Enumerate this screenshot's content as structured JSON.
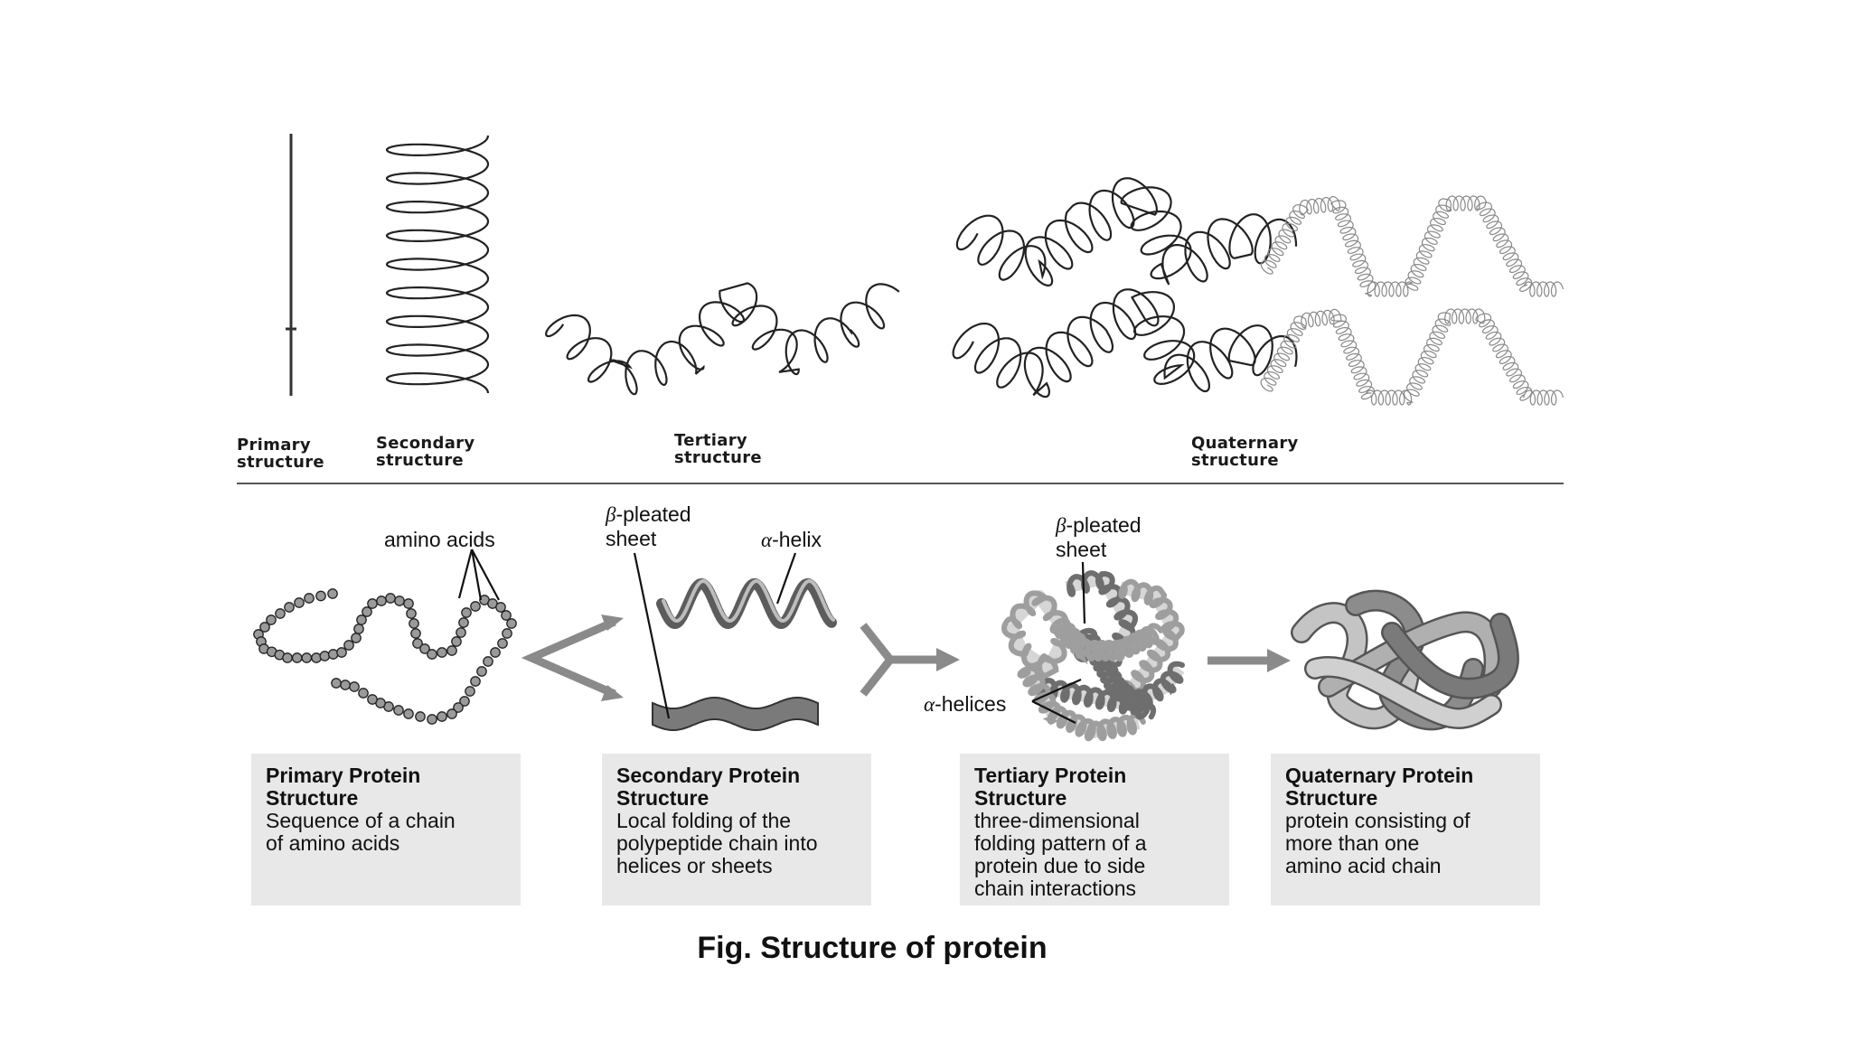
{
  "top_labels": {
    "primary": "Primary\nstructure",
    "secondary": "Secondary\nstructure",
    "tertiary": "Tertiary\nstructure",
    "quaternary": "Quaternary\nstructure"
  },
  "callouts": {
    "amino_acids": "amino acids",
    "beta_sheet_1_symbol": "β",
    "beta_sheet_1_text": "-pleated\nsheet",
    "alpha_helix_symbol": "α",
    "alpha_helix_text": "-helix",
    "beta_sheet_2_symbol": "β",
    "beta_sheet_2_text": "-pleated\nsheet",
    "alpha_helices_symbol": "α",
    "alpha_helices_text": "-helices"
  },
  "boxes": [
    {
      "title": "Primary Protein\nStructure",
      "desc": "Sequence of a chain\nof amino acids"
    },
    {
      "title": "Secondary Protein\nStructure",
      "desc": "Local folding of the\npolypeptide chain into\nhelices or sheets"
    },
    {
      "title": "Tertiary Protein\nStructure",
      "desc": "three-dimensional\nfolding pattern of a\nprotein due to side\nchain interactions"
    },
    {
      "title": "Quaternary Protein\nStructure",
      "desc": "protein consisting of\nmore than one\namino acid chain"
    }
  ],
  "caption": "Fig. Structure of protein",
  "colors": {
    "box_background": "#e8e8e8",
    "arrow": "#8a8a8a",
    "ribbon_dark": "#7a7a7a",
    "ribbon_light": "#b5b5b5"
  }
}
